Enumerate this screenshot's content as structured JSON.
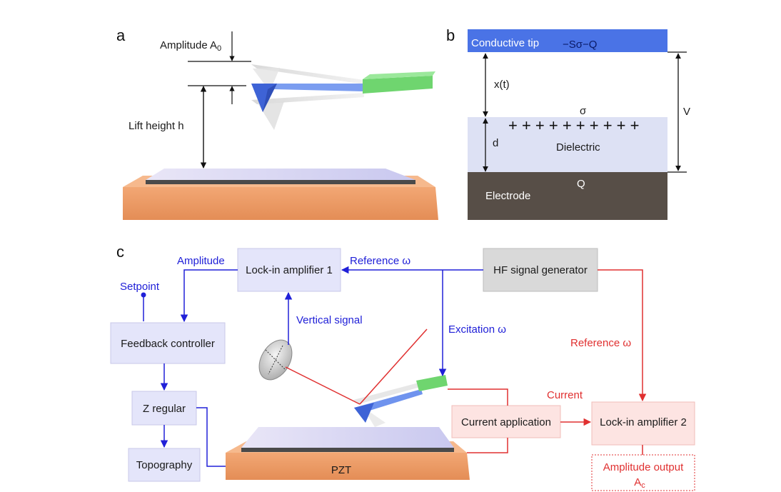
{
  "panels": {
    "a": {
      "letter": "a",
      "amplitude_label": "Amplitude A",
      "amplitude_sub": "0",
      "lift_label": "Lift height h"
    },
    "b": {
      "letter": "b",
      "tip_label": "Conductive tip",
      "tip_charge": "−Sσ−Q",
      "x_label": "x(t)",
      "sigma": "σ",
      "plus_row": "+ + + + + + + + + +",
      "d_label": "d",
      "dielectric": "Dielectric",
      "v_label": "V",
      "q_label": "Q",
      "electrode": "Electrode"
    },
    "c": {
      "letter": "c",
      "amplitude_out_label": "Amplitude",
      "setpoint": "Setpoint",
      "lockin1": "Lock-in amplifier 1",
      "reference1": "Reference ω",
      "hf": "HF signal generator",
      "vertical_signal": "Vertical signal",
      "excitation": "Excitation ω",
      "feedback": "Feedback controller",
      "reference2": "Reference ω",
      "current": "Current",
      "z_regular": "Z regular",
      "current_app": "Current application",
      "lockin2": "Lock-in amplifier 2",
      "topography": "Topography",
      "pzt": "PZT",
      "amp_output_1": "Amplitude output",
      "amp_output_2": "A",
      "amp_output_sub": "c"
    }
  },
  "colors": {
    "blue_signal": "#2020d8",
    "red_signal": "#e03030",
    "tip_bar": "#4a73e6",
    "dielectric": "#dde1f4",
    "electrode": "#574e47",
    "box_blue": "#e4e5fa",
    "box_gray": "#d9d9d9",
    "box_red": "#fde4e2",
    "substrate": "#f0a070",
    "chip": "#6fd56f"
  }
}
